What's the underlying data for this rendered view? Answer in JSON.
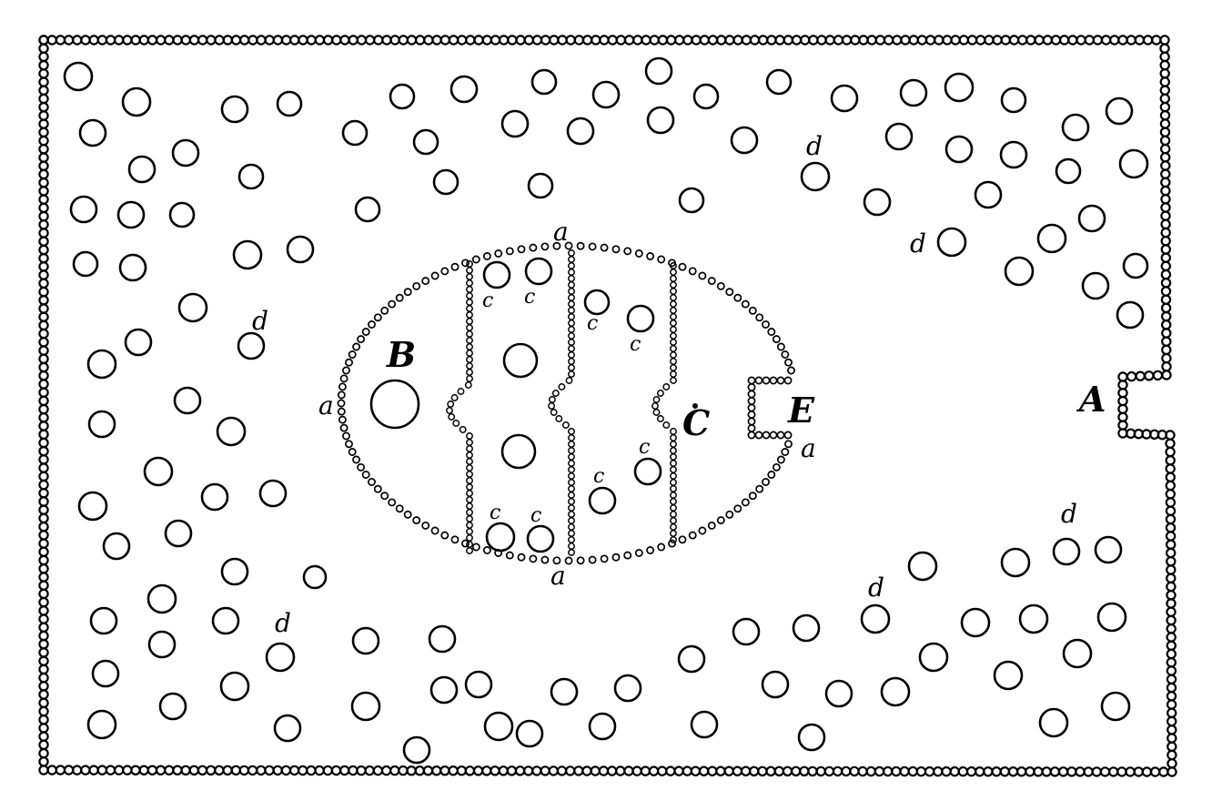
{
  "colors": {
    "ink": "#000000",
    "paper": "#ffffff"
  },
  "labels": {
    "A": "A",
    "B": "B",
    "C": "C",
    "E": "E",
    "a_top": "a",
    "a_left": "a",
    "a_right": "a",
    "a_bottom": "a",
    "c_1": "c",
    "c_2": "c",
    "c_3": "c",
    "c_4": "c",
    "c_5": "c",
    "c_6": "c",
    "c_7": "c",
    "c_8": "c",
    "d_1": "d",
    "d_2": "d",
    "d_3": "d",
    "d_4": "d",
    "d_5": "d",
    "d_6": "d"
  }
}
